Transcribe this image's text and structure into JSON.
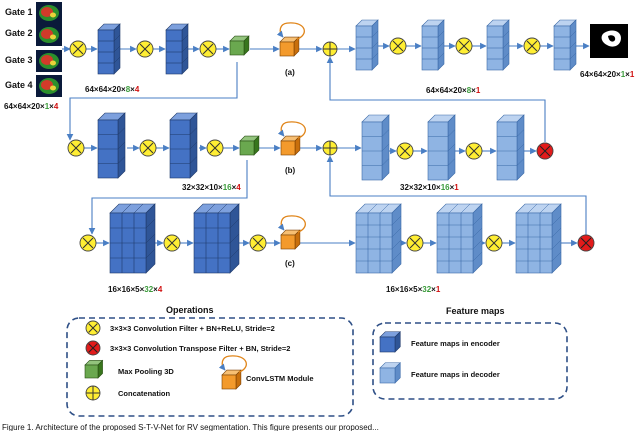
{
  "gates": {
    "labels": [
      "Gate 1",
      "Gate 2",
      "Gate 3",
      "Gate 4"
    ],
    "input_dims": {
      "prefix": "64×64×20×",
      "channels": "1",
      "sep": "×",
      "gates": "4"
    }
  },
  "rows": [
    {
      "label": "(a)",
      "encoder_dims": {
        "prefix": "64×64×20×",
        "channels": "8",
        "sep": "×",
        "count": "4"
      },
      "decoder_dims": {
        "prefix": "64×64×20×",
        "channels": "8",
        "sep": "×",
        "count": "1"
      },
      "output_dims": {
        "prefix": "64×64×20×",
        "channels": "1",
        "sep": "×",
        "count": "1"
      }
    },
    {
      "label": "(b)",
      "encoder_dims": {
        "prefix": "32×32×10×",
        "channels": "16",
        "sep": "×",
        "count": "4"
      },
      "decoder_dims": {
        "prefix": "32×32×10×",
        "channels": "16",
        "sep": "×",
        "count": "1"
      }
    },
    {
      "label": "(c)",
      "encoder_dims": {
        "prefix": "16×16×5×",
        "channels": "32",
        "sep": "×",
        "count": "4"
      },
      "decoder_dims": {
        "prefix": "16×16×5×",
        "channels": "32",
        "sep": "×",
        "count": "1"
      }
    }
  ],
  "operations_legend": {
    "title": "Operations",
    "conv": "3×3×3 Convolution Filter + BN+ReLU, Stride=2",
    "transpose": "3×3×3 Convolution Transpose Filter + BN, Stride=2",
    "maxpool": "Max Pooling 3D",
    "convlstm": "ConvLSTM Module",
    "concat": "Concatenation"
  },
  "feature_legend": {
    "title": "Feature maps",
    "encoder": "Feature maps in encoder",
    "decoder": "Feature maps in decoder"
  },
  "caption": "Figure 1. Architecture of the proposed S-T-V-Net for RV segmentation. This figure presents our proposed..."
}
